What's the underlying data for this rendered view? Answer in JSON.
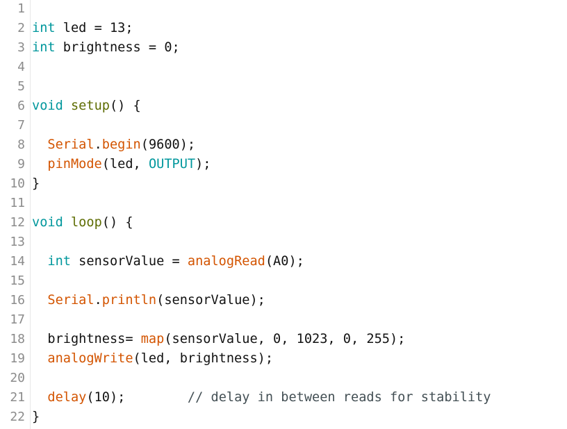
{
  "colors": {
    "background": "#ffffff",
    "line_number": "#8b8b8b",
    "keyword_type": "#00979c",
    "function": "#d35400",
    "structure": "#5e6d03",
    "constant": "#00979c",
    "comment": "#434f54",
    "plain": "#111111"
  },
  "editor": {
    "lines": [
      {
        "number": "1",
        "tokens": []
      },
      {
        "number": "2",
        "tokens": [
          {
            "t": "int",
            "k": "type"
          },
          {
            "t": " led = 13;",
            "k": "plain"
          }
        ]
      },
      {
        "number": "3",
        "tokens": [
          {
            "t": "int",
            "k": "type"
          },
          {
            "t": " brightness = 0;",
            "k": "plain"
          }
        ]
      },
      {
        "number": "4",
        "tokens": []
      },
      {
        "number": "5",
        "tokens": []
      },
      {
        "number": "6",
        "tokens": [
          {
            "t": "void",
            "k": "type"
          },
          {
            "t": " ",
            "k": "plain"
          },
          {
            "t": "setup",
            "k": "struct"
          },
          {
            "t": "() {",
            "k": "plain"
          }
        ]
      },
      {
        "number": "7",
        "tokens": []
      },
      {
        "number": "8",
        "tokens": [
          {
            "t": "  ",
            "k": "plain"
          },
          {
            "t": "Serial",
            "k": "func"
          },
          {
            "t": ".",
            "k": "plain"
          },
          {
            "t": "begin",
            "k": "func"
          },
          {
            "t": "(9600);",
            "k": "plain"
          }
        ]
      },
      {
        "number": "9",
        "tokens": [
          {
            "t": "  ",
            "k": "plain"
          },
          {
            "t": "pinMode",
            "k": "func"
          },
          {
            "t": "(led, ",
            "k": "plain"
          },
          {
            "t": "OUTPUT",
            "k": "const"
          },
          {
            "t": ");",
            "k": "plain"
          }
        ]
      },
      {
        "number": "10",
        "tokens": [
          {
            "t": "}",
            "k": "plain"
          }
        ]
      },
      {
        "number": "11",
        "tokens": []
      },
      {
        "number": "12",
        "tokens": [
          {
            "t": "void",
            "k": "type"
          },
          {
            "t": " ",
            "k": "plain"
          },
          {
            "t": "loop",
            "k": "struct"
          },
          {
            "t": "() {",
            "k": "plain"
          }
        ]
      },
      {
        "number": "13",
        "tokens": []
      },
      {
        "number": "14",
        "tokens": [
          {
            "t": "  ",
            "k": "plain"
          },
          {
            "t": "int",
            "k": "type"
          },
          {
            "t": " sensorValue = ",
            "k": "plain"
          },
          {
            "t": "analogRead",
            "k": "func"
          },
          {
            "t": "(A0);",
            "k": "plain"
          }
        ]
      },
      {
        "number": "15",
        "tokens": []
      },
      {
        "number": "16",
        "tokens": [
          {
            "t": "  ",
            "k": "plain"
          },
          {
            "t": "Serial",
            "k": "func"
          },
          {
            "t": ".",
            "k": "plain"
          },
          {
            "t": "println",
            "k": "func"
          },
          {
            "t": "(sensorValue);",
            "k": "plain"
          }
        ]
      },
      {
        "number": "17",
        "tokens": []
      },
      {
        "number": "18",
        "tokens": [
          {
            "t": "  brightness= ",
            "k": "plain"
          },
          {
            "t": "map",
            "k": "func"
          },
          {
            "t": "(sensorValue, 0, 1023, 0, 255);",
            "k": "plain"
          }
        ]
      },
      {
        "number": "19",
        "tokens": [
          {
            "t": "  ",
            "k": "plain"
          },
          {
            "t": "analogWrite",
            "k": "func"
          },
          {
            "t": "(led, brightness);",
            "k": "plain"
          }
        ]
      },
      {
        "number": "20",
        "tokens": []
      },
      {
        "number": "21",
        "tokens": [
          {
            "t": "  ",
            "k": "plain"
          },
          {
            "t": "delay",
            "k": "func"
          },
          {
            "t": "(10);",
            "k": "plain"
          },
          {
            "t": "        // delay in between reads for stability",
            "k": "comment"
          }
        ]
      },
      {
        "number": "22",
        "tokens": [
          {
            "t": "}",
            "k": "plain"
          }
        ]
      }
    ]
  }
}
